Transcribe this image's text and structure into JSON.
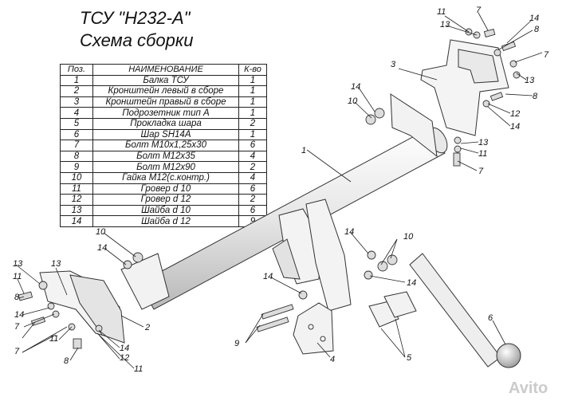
{
  "title_line1": "ТСУ \"Н232-А\"",
  "title_line2": "Схема сборки",
  "table": {
    "headers": {
      "num": "Поз.",
      "name": "НАИМЕНОВАНИЕ",
      "qty": "К-во"
    },
    "rows": [
      {
        "num": "1",
        "name": "Балка ТСУ",
        "qty": "1"
      },
      {
        "num": "2",
        "name": "Кронштейн левый в сборе",
        "qty": "1"
      },
      {
        "num": "3",
        "name": "Кронштейн правый в сборе",
        "qty": "1"
      },
      {
        "num": "4",
        "name": "Подрозетник тип А",
        "qty": "1"
      },
      {
        "num": "5",
        "name": "Прокладка шара",
        "qty": "2"
      },
      {
        "num": "6",
        "name": "Шар SH14A",
        "qty": "1"
      },
      {
        "num": "7",
        "name": "Болт М10х1,25х30",
        "qty": "6"
      },
      {
        "num": "8",
        "name": "Болт М12х35",
        "qty": "4"
      },
      {
        "num": "9",
        "name": "Болт М12х90",
        "qty": "2"
      },
      {
        "num": "10",
        "name": "Гайка М12(с.контр.)",
        "qty": "4"
      },
      {
        "num": "11",
        "name": "Гровер d 10",
        "qty": "6"
      },
      {
        "num": "12",
        "name": "Гровер d 12",
        "qty": "2"
      },
      {
        "num": "13",
        "name": "Шайба d 10",
        "qty": "6"
      },
      {
        "num": "14",
        "name": "Шайба d 12",
        "qty": "9"
      }
    ]
  },
  "callouts": [
    "11",
    "7",
    "13",
    "14",
    "8",
    "7",
    "13",
    "8",
    "3",
    "14",
    "10",
    "12",
    "14",
    "13",
    "11",
    "7",
    "1",
    "10",
    "14",
    "14",
    "10",
    "14",
    "14",
    "13",
    "11",
    "13",
    "8",
    "14",
    "7",
    "11",
    "7",
    "8",
    "12",
    "14",
    "11",
    "2",
    "9",
    "4",
    "5",
    "6"
  ],
  "watermark": "Avito"
}
